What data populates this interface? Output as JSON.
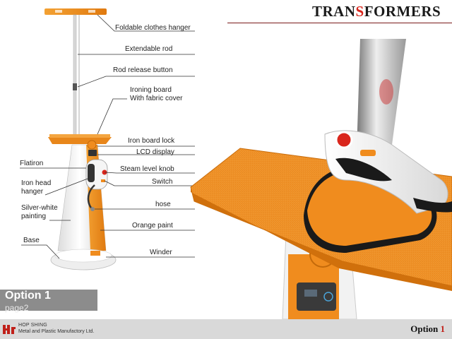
{
  "header": {
    "title_before": "TRAN",
    "title_highlight": "S",
    "title_after": "FORMERS"
  },
  "labels": {
    "foldable_hanger": "Foldable clothes hanger",
    "extendable_rod": "Extendable rod",
    "rod_release_button": "Rod release button",
    "ironing_board_line1": "Ironing board",
    "ironing_board_line2": "With fabric cover",
    "iron_board_lock": "Iron board lock",
    "lcd_display": "LCD display",
    "flatiron": "Flatiron",
    "steam_level_knob": "Steam level knob",
    "iron_head_hanger_line1": "Iron head",
    "iron_head_hanger_line2": "hanger",
    "switch": "Switch",
    "silver_white_line1": "Silver-white",
    "silver_white_line2": "painting",
    "hose": "hose",
    "orange_paint": "Orange paint",
    "base": "Base",
    "winder": "Winder"
  },
  "badge": {
    "title": "Option 1",
    "subtitle": "page2"
  },
  "footer": {
    "company_name": "HOP SHING",
    "company_desc": "Metal and Plastic Manufactory Ltd.",
    "option_word": "Option",
    "option_num": "1"
  },
  "colors": {
    "accent_orange": "#f08c1e",
    "title_red": "#d9261c",
    "footer_bg": "#d9d9d9",
    "badge_bg": "#8c8c8c"
  }
}
